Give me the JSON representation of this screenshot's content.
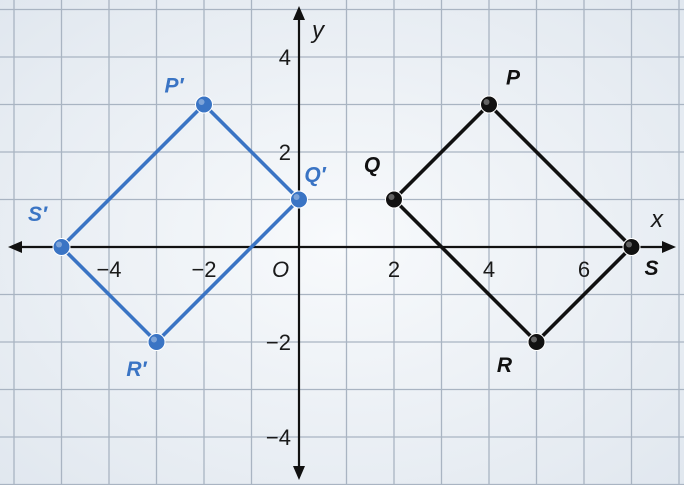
{
  "axes": {
    "x_label": "x",
    "y_label": "y",
    "origin_label": "O",
    "xlim": [
      -6,
      8
    ],
    "ylim": [
      -5,
      5
    ],
    "x_ticks": [
      {
        "value": -4,
        "label": "−4"
      },
      {
        "value": -2,
        "label": "−2"
      },
      {
        "value": 2,
        "label": "2"
      },
      {
        "value": 4,
        "label": "4"
      },
      {
        "value": 6,
        "label": "6"
      }
    ],
    "y_ticks": [
      {
        "value": 4,
        "label": "4"
      },
      {
        "value": 2,
        "label": "2"
      },
      {
        "value": -2,
        "label": "−2"
      },
      {
        "value": -4,
        "label": "−4"
      }
    ],
    "grid": true
  },
  "colors": {
    "original": "#111111",
    "image": "#3a74c4",
    "grid": "#a9b4c2",
    "axis": "#111111",
    "background": "#e9eef4"
  },
  "original": {
    "points": [
      {
        "label": "P",
        "x": 4,
        "y": 3
      },
      {
        "label": "Q",
        "x": 2,
        "y": 1
      },
      {
        "label": "R",
        "x": 5,
        "y": -2
      },
      {
        "label": "S",
        "x": 7,
        "y": 0
      }
    ]
  },
  "image": {
    "points": [
      {
        "label": "P′",
        "x": -2,
        "y": 3
      },
      {
        "label": "Q′",
        "x": 0,
        "y": 1
      },
      {
        "label": "R′",
        "x": -3,
        "y": -2
      },
      {
        "label": "S′",
        "x": -5,
        "y": 0
      }
    ]
  }
}
